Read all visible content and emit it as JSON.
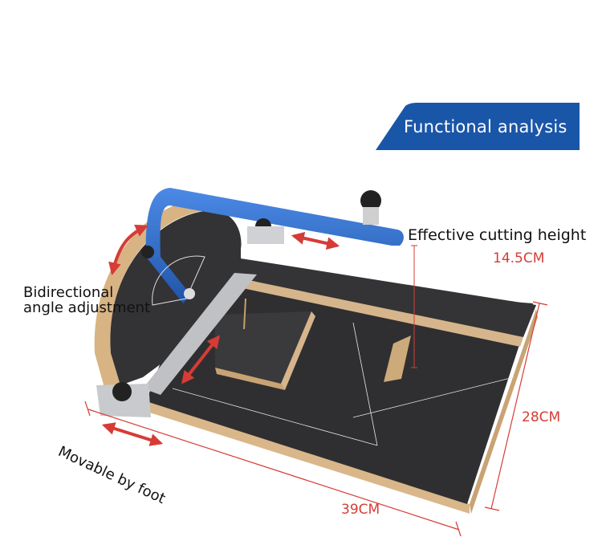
{
  "banner": {
    "title": "Functional analysis"
  },
  "labels": {
    "cut_height": "Effective cutting height",
    "cut_height_value": "14.5CM",
    "angle_line1": "Bidirectional",
    "angle_line2": "angle adjustment",
    "movable": "Movable by foot",
    "depth": "28CM",
    "width": "39CM"
  },
  "colors": {
    "banner": "#1a56a8",
    "annotation_red": "#d63c36",
    "arm_blue": "#2f6fd0",
    "board_dark": "#2b2b2d",
    "plywood": "#d6b58c"
  }
}
